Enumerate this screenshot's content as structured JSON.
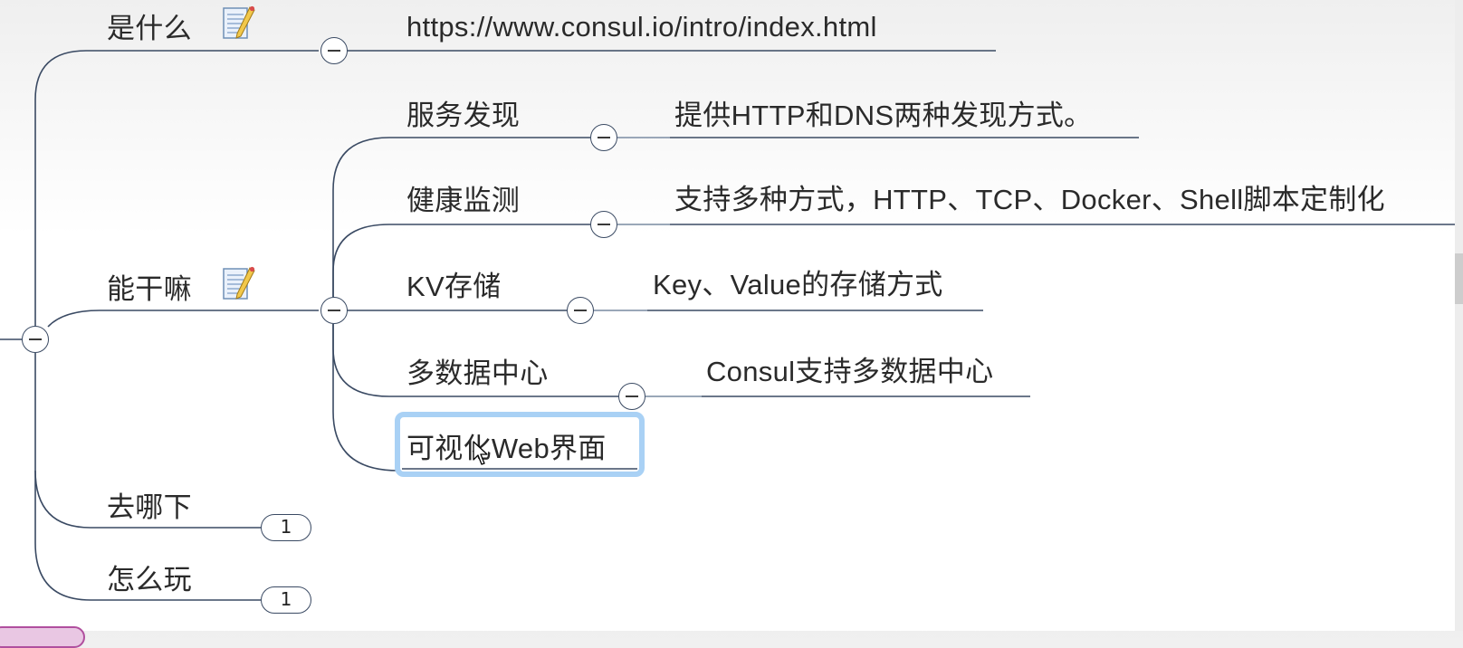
{
  "mindmap": {
    "branches": [
      {
        "label": "是什么",
        "has_note": true,
        "note_icon": "note-pencil-icon",
        "children": [
          {
            "label": "https://www.consul.io/intro/index.html"
          }
        ],
        "collapsed": false
      },
      {
        "label": "能干嘛",
        "has_note": true,
        "note_icon": "note-pencil-icon",
        "collapsed": false,
        "children": [
          {
            "label": "服务发现",
            "children": [
              {
                "label": "提供HTTP和DNS两种发现方式。"
              }
            ]
          },
          {
            "label": "健康监测",
            "children": [
              {
                "label": "支持多种方式，HTTP、TCP、Docker、Shell脚本定制化"
              }
            ]
          },
          {
            "label": "KV存储",
            "children": [
              {
                "label": "Key、Value的存储方式"
              }
            ]
          },
          {
            "label": "多数据中心",
            "children": [
              {
                "label": "Consul支持多数据中心"
              }
            ]
          },
          {
            "label": "可视化Web界面",
            "selected": true
          }
        ]
      },
      {
        "label": "去哪下",
        "collapsed": true,
        "hidden_count": "1"
      },
      {
        "label": "怎么玩",
        "collapsed": true,
        "hidden_count": "1"
      }
    ]
  },
  "collapse_glyph": "−",
  "colors": {
    "line": "#3a4a63",
    "selection": "#a9d1f5",
    "text": "#2a2a2a",
    "scrollbar_thumb": "#cdcdcd"
  }
}
